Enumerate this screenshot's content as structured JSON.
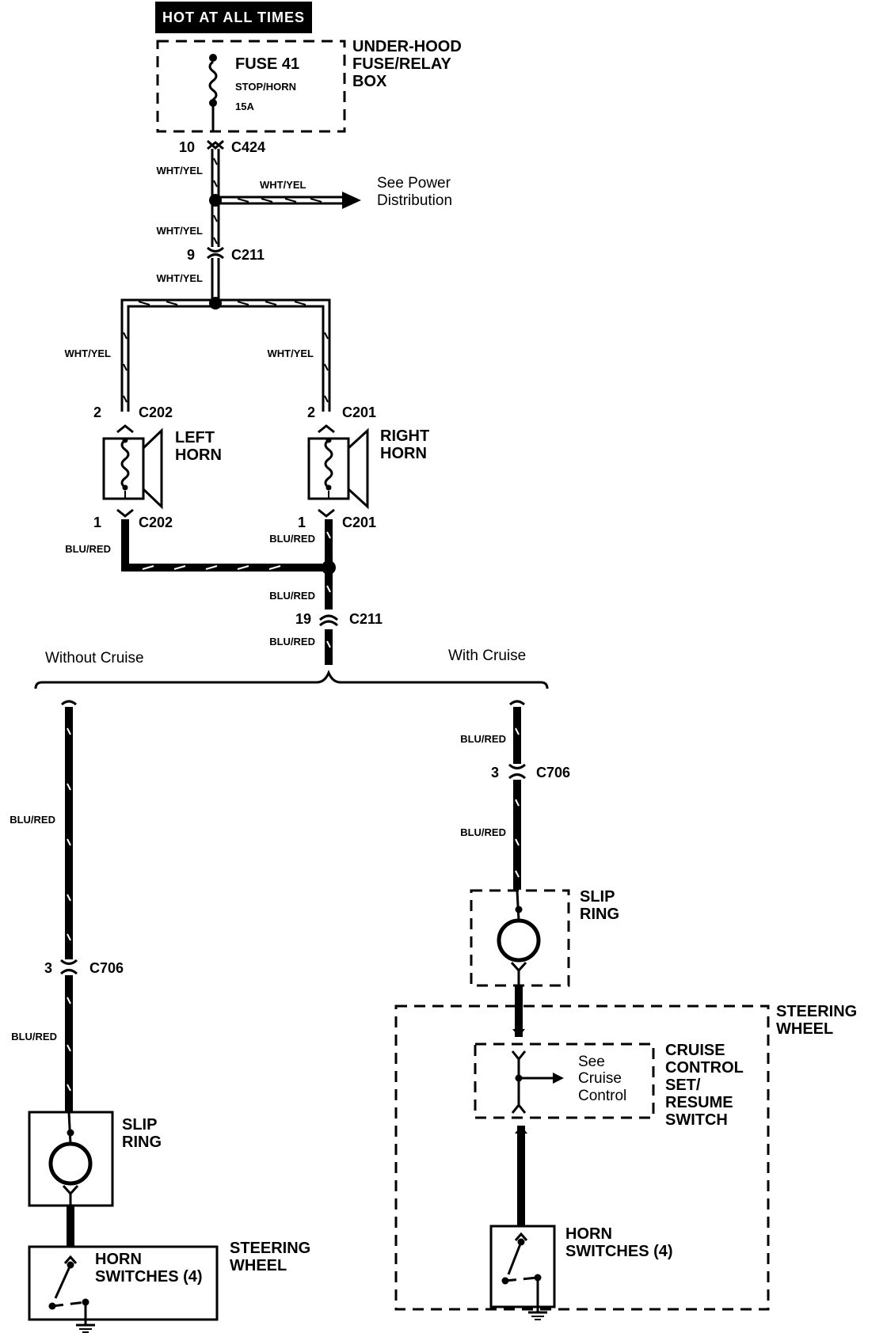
{
  "header": {
    "label": "HOT AT ALL TIMES"
  },
  "fuse_box": {
    "title_lines": [
      "UNDER-HOOD",
      "FUSE/RELAY",
      "BOX"
    ],
    "fuse_name": "FUSE 41",
    "fuse_circuit": "STOP/HORN",
    "fuse_rating": "15A"
  },
  "connectors": {
    "c424": {
      "name": "C424",
      "pin": "10"
    },
    "c211_top": {
      "name": "C211",
      "pin": "9"
    },
    "c202_top": {
      "name": "C202",
      "pin": "2"
    },
    "c201_top": {
      "name": "C201",
      "pin": "2"
    },
    "c202_bot": {
      "name": "C202",
      "pin": "1"
    },
    "c201_bot": {
      "name": "C201",
      "pin": "1"
    },
    "c211_bot": {
      "name": "C211",
      "pin": "19"
    },
    "c706_left": {
      "name": "C706",
      "pin": "3"
    },
    "c706_right": {
      "name": "C706",
      "pin": "3"
    }
  },
  "wires": {
    "wht_yel": "WHT/YEL",
    "blu_red": "BLU/RED"
  },
  "power_dist": {
    "lines": [
      "See Power",
      "Distribution"
    ]
  },
  "horns": {
    "left": {
      "lines": [
        "LEFT",
        "HORN"
      ]
    },
    "right": {
      "lines": [
        "RIGHT",
        "HORN"
      ]
    }
  },
  "branches": {
    "without_cruise": "Without Cruise",
    "with_cruise": "With Cruise"
  },
  "slip_ring": {
    "lines": [
      "SLIP",
      "RING"
    ]
  },
  "steering_wheel": {
    "lines": [
      "STEERING",
      "WHEEL"
    ]
  },
  "horn_switches": {
    "lines": [
      "HORN",
      "SWITCHES (4)"
    ]
  },
  "cruise_switch": {
    "title_lines": [
      "CRUISE",
      "CONTROL",
      "SET/",
      "RESUME",
      "SWITCH"
    ],
    "see_lines": [
      "See",
      "Cruise",
      "Control"
    ]
  }
}
